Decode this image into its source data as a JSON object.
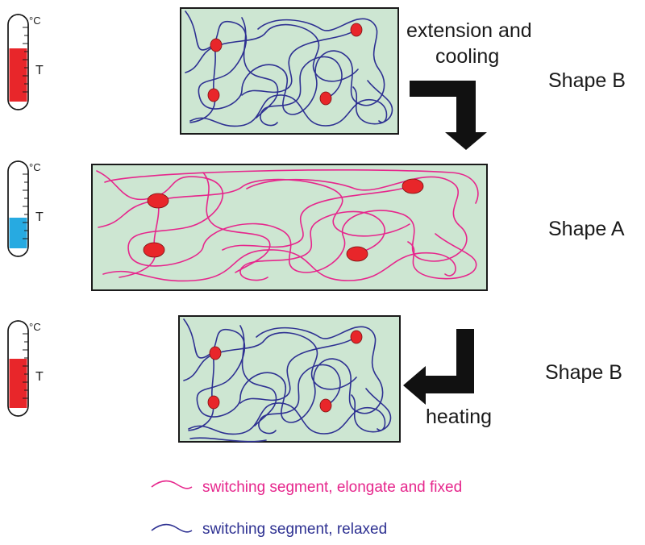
{
  "thermometers": [
    {
      "level": 0.5,
      "color": "#e8262a",
      "unit_label": "°C",
      "t_label": "T"
    },
    {
      "level": 0.35,
      "color": "#27aae1",
      "unit_label": "°C",
      "t_label": "T"
    },
    {
      "level": 0.6,
      "color": "#e8262a",
      "unit_label": "°C",
      "t_label": "T"
    }
  ],
  "panels": [
    {
      "shape_label": "Shape B",
      "chain_color": "#2e3192"
    },
    {
      "shape_label": "Shape A",
      "chain_color": "#e6268c"
    },
    {
      "shape_label": "Shape B",
      "chain_color": "#2e3192"
    }
  ],
  "steps": {
    "top": {
      "line1": "extension and",
      "line2": "cooling"
    },
    "bottom": {
      "line1": "heating"
    }
  },
  "legend": [
    {
      "text": "switching segment, elongate and fixed",
      "color": "#e6268c"
    },
    {
      "text": "switching segment, relaxed",
      "color": "#2e3192"
    }
  ],
  "colors": {
    "panel_fill": "#cde6d2",
    "crosslink": "#e8262a",
    "arrow": "#111111"
  }
}
